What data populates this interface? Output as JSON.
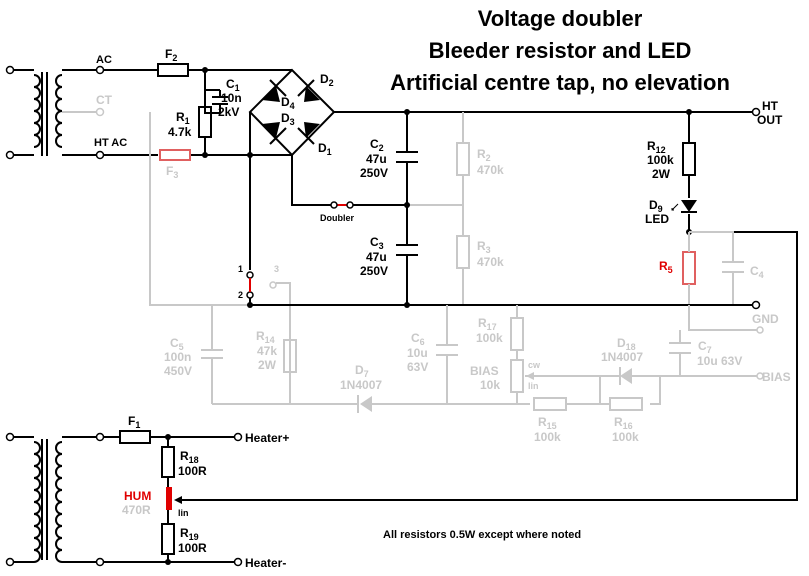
{
  "title": {
    "line1": "Voltage doubler",
    "line2": "Bleeder resistor and LED",
    "line3": "Artificial centre tap, no elevation"
  },
  "nodes": {
    "ac": "AC",
    "ct": "CT",
    "ht_ac": "HT AC",
    "ht_out_1": "HT",
    "ht_out_2": "OUT",
    "gnd": "GND",
    "bias": "BIAS",
    "heater_plus": "Heater+",
    "heater_minus": "Heater-",
    "doubler": "Doubler",
    "sw1": "1",
    "sw2": "2",
    "sw3": "3",
    "cw": "cw",
    "lin": "lin",
    "lin2": "lin"
  },
  "components": {
    "f2": {
      "name": "F",
      "sub": "2"
    },
    "f3": {
      "name": "F",
      "sub": "3"
    },
    "f1": {
      "name": "F",
      "sub": "1"
    },
    "c1": {
      "name": "C",
      "sub": "1",
      "v1": "10n",
      "v2": "2kV"
    },
    "r1": {
      "name": "R",
      "sub": "1",
      "v1": "4.7k"
    },
    "d1": {
      "name": "D",
      "sub": "1"
    },
    "d2": {
      "name": "D",
      "sub": "2"
    },
    "d3": {
      "name": "D",
      "sub": "3"
    },
    "d4": {
      "name": "D",
      "sub": "4"
    },
    "c2": {
      "name": "C",
      "sub": "2",
      "v1": "47u",
      "v2": "250V"
    },
    "c3": {
      "name": "C",
      "sub": "3",
      "v1": "47u",
      "v2": "250V"
    },
    "r2": {
      "name": "R",
      "sub": "2",
      "v1": "470k"
    },
    "r3": {
      "name": "R",
      "sub": "3",
      "v1": "470k"
    },
    "r12": {
      "name": "R",
      "sub": "12",
      "v1": "100k",
      "v2": "2W"
    },
    "d9": {
      "name": "D",
      "sub": "9",
      "v1": "LED"
    },
    "r5": {
      "name": "R",
      "sub": "5"
    },
    "c4": {
      "name": "C",
      "sub": "4"
    },
    "c5": {
      "name": "C",
      "sub": "5",
      "v1": "100n",
      "v2": "450V"
    },
    "r14": {
      "name": "R",
      "sub": "14",
      "v1": "47k",
      "v2": "2W"
    },
    "d7": {
      "name": "D",
      "sub": "7",
      "v1": "1N4007"
    },
    "c6": {
      "name": "C",
      "sub": "6",
      "v1": "10u",
      "v2": "63V"
    },
    "r17": {
      "name": "R",
      "sub": "17",
      "v1": "100k"
    },
    "bias_pot": {
      "name": "BIAS",
      "v1": "10k"
    },
    "d18": {
      "name": "D",
      "sub": "18",
      "v1": "1N4007"
    },
    "c7": {
      "name": "C",
      "sub": "7",
      "v1": "10u 63V"
    },
    "r15": {
      "name": "R",
      "sub": "15",
      "v1": "100k"
    },
    "r16": {
      "name": "R",
      "sub": "16",
      "v1": "100k"
    },
    "r18": {
      "name": "R",
      "sub": "18",
      "v1": "100R"
    },
    "r19": {
      "name": "R",
      "sub": "19",
      "v1": "100R"
    },
    "hum": {
      "name": "HUM",
      "v1": "470R"
    }
  },
  "note": "All resistors 0.5W except where noted",
  "colors": {
    "wire": "#000000",
    "inactive": "#c8c8c8",
    "highlight": "#e00000"
  }
}
